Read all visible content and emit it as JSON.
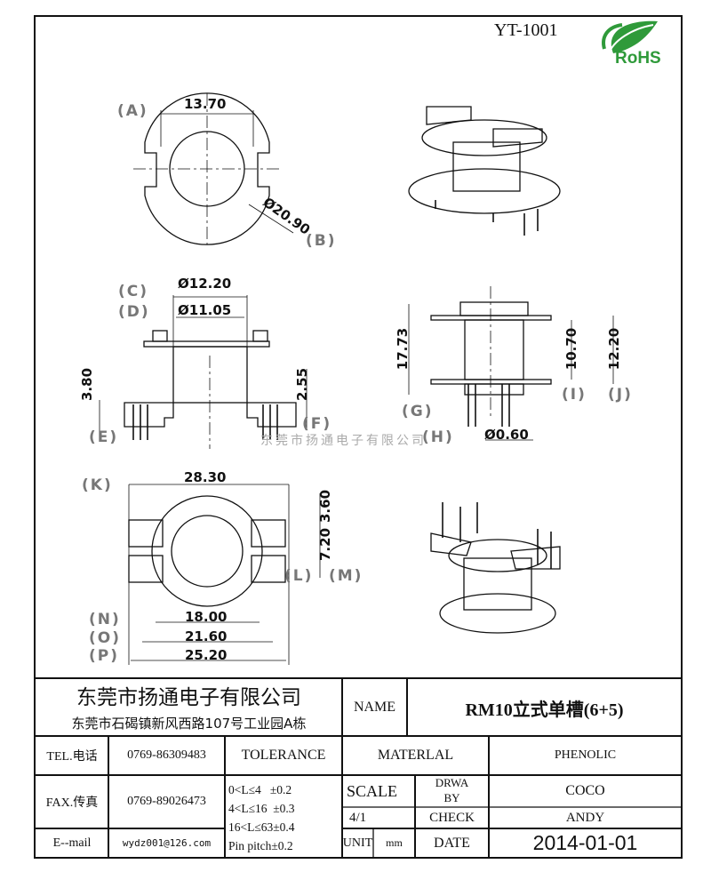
{
  "drawing": {
    "part_number": "YT-1001",
    "logo_text": "RoHS",
    "watermark": "东莞市扬通电子有限公司",
    "labels": {
      "A": "(A)",
      "B": "(B)",
      "C": "(C)",
      "D": "(D)",
      "E": "(E)",
      "F": "(F)",
      "G": "(G)",
      "H": "(H)",
      "I": "(I)",
      "J": "(J)",
      "K": "(K)",
      "L": "(L)",
      "M": "(M)",
      "N": "(N)",
      "O": "(O)",
      "P": "(P)"
    },
    "dimensions": {
      "A": "13.70",
      "B": "Ø20.90",
      "C": "Ø12.20",
      "D": "Ø11.05",
      "E": "3.80",
      "F": "2.55",
      "G": "17.73",
      "H": "Ø0.60",
      "I": "10.70",
      "J": "12.20",
      "K": "28.30",
      "L": "3.60",
      "M": "7.20",
      "N": "18.00",
      "O": "21.60",
      "P": "25.20"
    }
  },
  "title_block": {
    "company": "东莞市扬通电子有限公司",
    "address": "东莞市石碣镇新风西路107号工业园A栋",
    "name_label": "NAME",
    "name_value": "RM10立式单槽(6+5)",
    "tel_label": "TEL.电话",
    "tel_value": "0769-86309483",
    "fax_label": "FAX.传真",
    "fax_value": "0769-89026473",
    "email_label": "E--mail",
    "email_value": "wydz001@126.com",
    "tolerance_label": "TOLERANCE",
    "tolerances": [
      "0<L≤4   ±0.2",
      "4<L≤16  ±0.3",
      "16<L≤63±0.4",
      "Pin pitch±0.2"
    ],
    "material_label": "MATERLAL",
    "material_value": "PHENOLIC",
    "scale_label": "SCALE",
    "scale_value": "4/1",
    "drawn_label_1": "DRWA",
    "drawn_label_2": "BY",
    "drawn_value": "COCO",
    "check_label": "CHECK",
    "check_value": "ANDY",
    "unit_label": "UNIT",
    "unit_value": "mm",
    "date_label": "DATE",
    "date_value": "2014-01-01"
  }
}
